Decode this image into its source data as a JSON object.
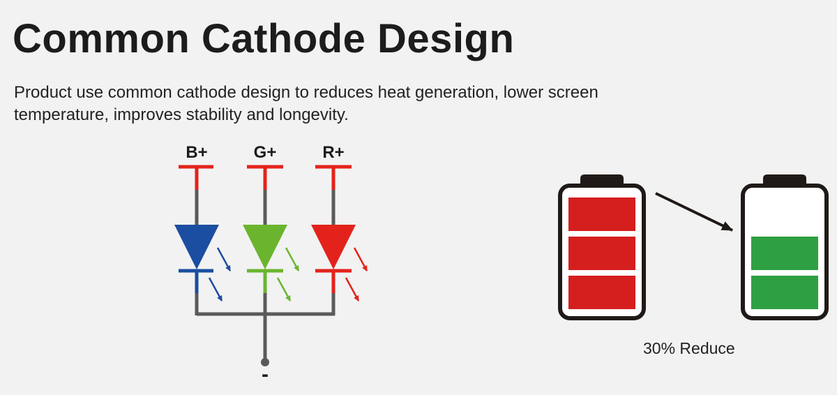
{
  "title": "Common Cathode Design",
  "description": "Product use common cathode design to reduces heat generation, lower screen temperature, improves stability and longevity.",
  "circuit": {
    "terminals": [
      {
        "label": "B+",
        "color": "#1b4ea0"
      },
      {
        "label": "G+",
        "color": "#6bb52e"
      },
      {
        "label": "R+",
        "color": "#e3231b"
      }
    ],
    "ground_label": "-",
    "wire_color": "#5a5a5a",
    "terminal_color": "#e3231b"
  },
  "battery_comparison": {
    "caption": "30% Reduce",
    "before": {
      "filled_segments": 3,
      "total_segments": 3,
      "color": "#d51e1e"
    },
    "after": {
      "filled_segments": 2,
      "total_segments": 3,
      "color": "#2ea043"
    },
    "outline_color": "#1f1a17"
  }
}
